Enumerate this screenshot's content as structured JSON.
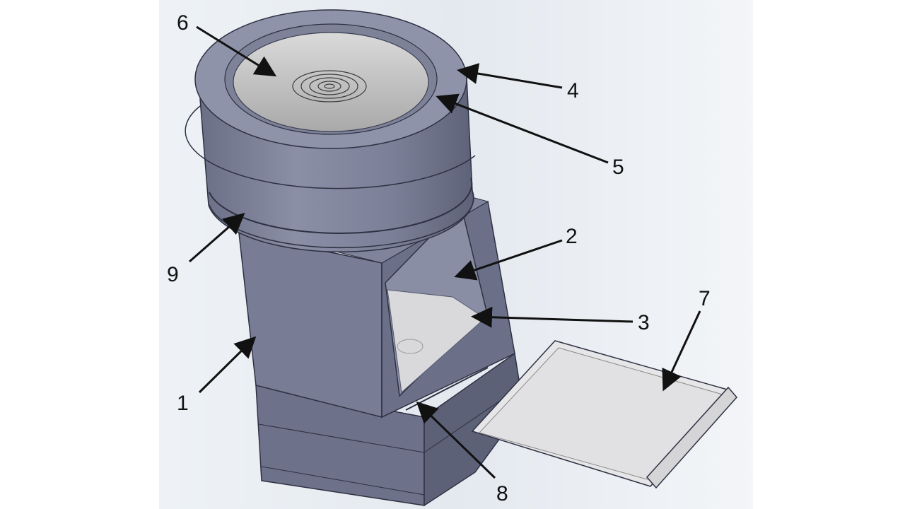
{
  "figure": {
    "labels": {
      "l1": "1",
      "l2": "2",
      "l3": "3",
      "l4": "4",
      "l5": "5",
      "l6": "6",
      "l7": "7",
      "l8": "8",
      "l9": "9"
    },
    "colors": {
      "background_outer": "#ffffff",
      "background_panel": "#e9eef4",
      "body_dark": "#5f6379",
      "body_mid": "#757a92",
      "body_light": "#8c91a8",
      "glass": "#c8c8c8",
      "tray": "#e6e6e6",
      "edge": "#2e3142",
      "arrow": "#111111"
    }
  }
}
